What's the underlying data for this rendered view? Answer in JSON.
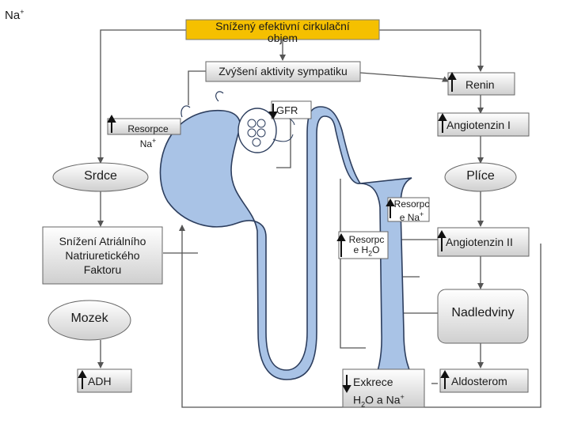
{
  "corner_label": "Na",
  "corner_sup": "+",
  "top_box": {
    "line1": "Snížený efektivní cirkulační",
    "line2": "objem",
    "color": "#f5c000"
  },
  "sympatikus": "Zvýšení aktivity sympatiku",
  "renin": "Renin",
  "gfr": "GFR",
  "angiotenzin1": "Angiotenzin I",
  "resorpce_na_left": {
    "line1": "Resorpce",
    "line2": "Na",
    "sup": "+"
  },
  "srdce": "Srdce",
  "plice": "Plíce",
  "resorpce_na_mid": {
    "line1": "Resorpc",
    "line2": "e Na",
    "sup": "+"
  },
  "anp": {
    "line1": "Snížení Atriálního",
    "line2": "Natriuretického",
    "line3": "Faktoru"
  },
  "resorpce_h2o": {
    "line1": "Resorpc",
    "line2a": "e H",
    "sub": "2",
    "line2b": "O"
  },
  "angiotenzin2": "Angiotenzin II",
  "mozek": "Mozek",
  "nadledviny": "Nadledviny",
  "adh": "ADH",
  "exkrece": {
    "line1": "Exkrece",
    "line2a": "H",
    "sub": "2",
    "line2b": "O a Na",
    "sup": "+"
  },
  "aldosterom": "Aldosterom",
  "colors": {
    "nephron_fill": "#a9c3e6",
    "nephron_stroke": "#2d3e5e",
    "line": "#555555"
  }
}
